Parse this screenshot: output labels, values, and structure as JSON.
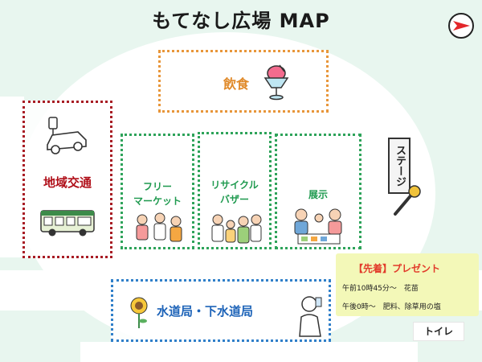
{
  "map": {
    "title": "もてなし広場 MAP"
  },
  "areas": {
    "food": "飲食",
    "transit": "地域交通",
    "flea_line1": "フリー",
    "flea_line2": "マーケット",
    "recycle_line1": "リサイクル",
    "recycle_line2": "バザー",
    "exhibit": "展示",
    "water": "水道局・下水道局",
    "stage": "ステージ",
    "toilet": "トイレ"
  },
  "present": {
    "title": "【先着】プレゼント",
    "morning": "午前10時45分～　花苗",
    "afternoon": "午後0時～　肥料、除草用の塩"
  },
  "colors": {
    "food": "#e8963a",
    "transit": "#a81c24",
    "market": "#2ea35a",
    "water": "#2f7fc9",
    "present_bg": "#f3f8b8"
  },
  "icons": [
    "compass-icon",
    "shaved-ice-icon",
    "charging-car-icon",
    "bus-icon",
    "shoppers-icon",
    "family-group-icon",
    "exhibit-viewers-icon",
    "sunflower-icon",
    "drinking-person-icon",
    "microphone-icon"
  ]
}
